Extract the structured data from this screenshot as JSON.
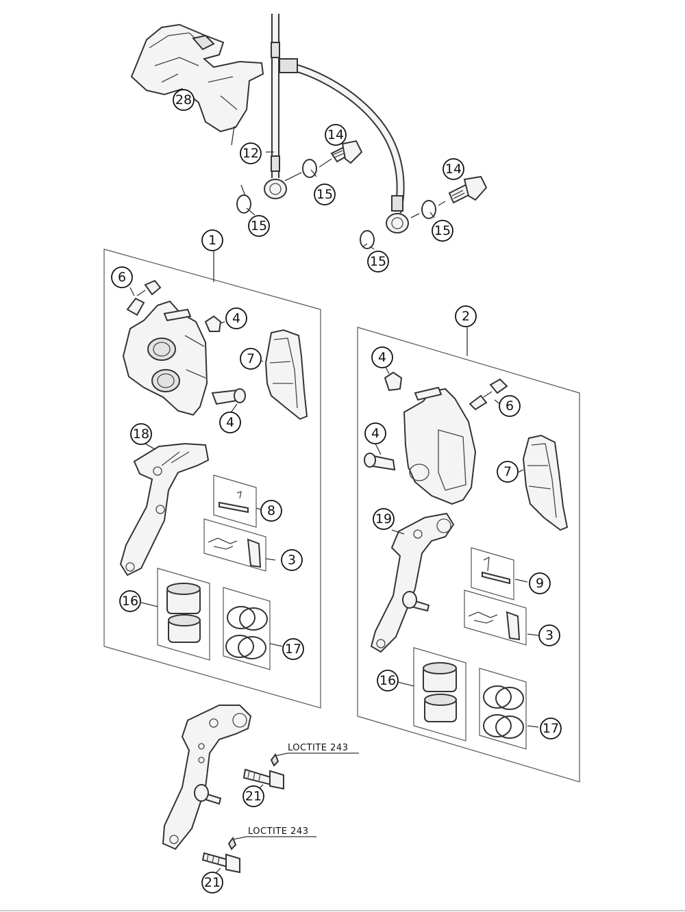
{
  "diagram": {
    "callouts": {
      "c1": "1",
      "c2": "2",
      "c28": "28",
      "c12": "12",
      "c14a": "14",
      "c14b": "14",
      "c15a": "15",
      "c15b": "15",
      "c15c": "15",
      "c15d": "15",
      "c6a": "6",
      "c6b": "6",
      "c4a": "4",
      "c4b": "4",
      "c4c": "4",
      "c4d": "4",
      "c7a": "7",
      "c7b": "7",
      "c18": "18",
      "c19": "19",
      "c8": "8",
      "c9": "9",
      "c3a": "3",
      "c3b": "3",
      "c16a": "16",
      "c16b": "16",
      "c17a": "17",
      "c17b": "17",
      "c21a": "21",
      "c21b": "21"
    },
    "loctite_a": "LOCTITE 243",
    "loctite_b": "LOCTITE 243"
  }
}
